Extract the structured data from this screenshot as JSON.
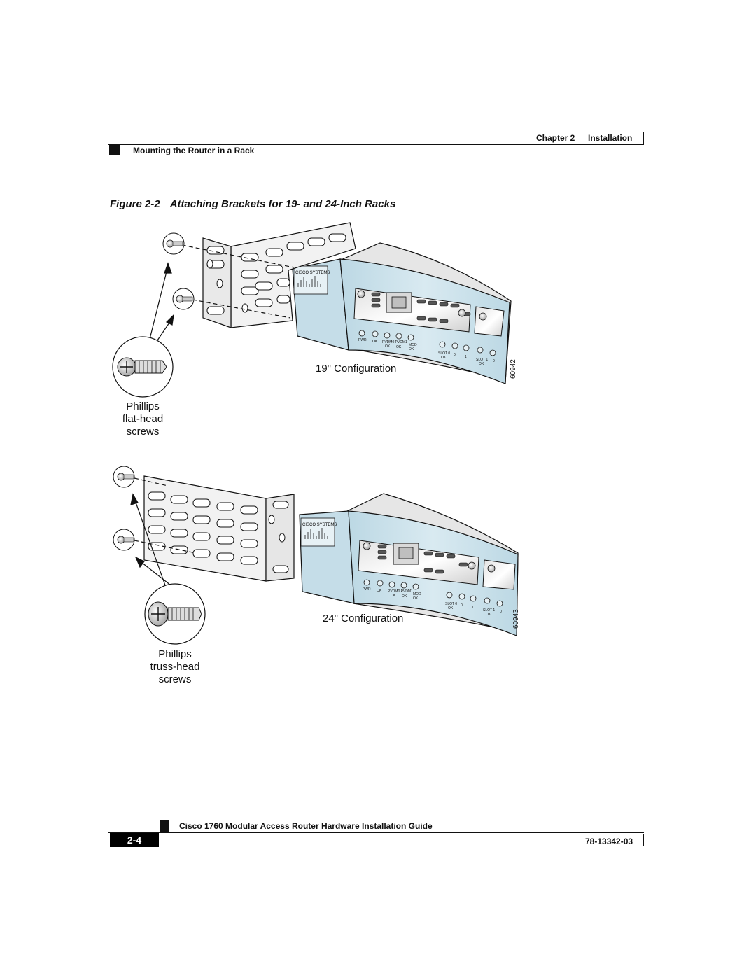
{
  "header": {
    "chapter": "Chapter 2",
    "chapter_title": "Installation",
    "section": "Mounting the Router in a Rack"
  },
  "figure": {
    "number": "Figure 2-2",
    "caption": "Attaching Brackets for 19- and 24-Inch Racks",
    "top": {
      "config_label": "19\" Configuration",
      "screw_label_lines": [
        "Phillips",
        "flat-head",
        "screws"
      ],
      "art_id": "60942"
    },
    "bottom": {
      "config_label": "24\" Configuration",
      "screw_label_lines": [
        "Phillips",
        "truss-head",
        "screws"
      ],
      "art_id": "60943"
    },
    "router_panel": {
      "brand": "CISCO SYSTEMS",
      "leds": [
        "PWR",
        "OK",
        "PVDM0 OK",
        "PVDM1 OK",
        "MOD OK"
      ],
      "slot0": "SLOT 0 OK",
      "slot1": "SLOT 1 OK",
      "port_nums": [
        "0",
        "1",
        "0"
      ]
    }
  },
  "footer": {
    "guide_title": "Cisco 1760 Modular Access Router Hardware Installation Guide",
    "page_number": "2-4",
    "doc_number": "78-13342-03"
  },
  "colors": {
    "router_face": "#cfe3ec",
    "router_top": "#e6e6e6",
    "bracket": "#f3f3f3",
    "outline": "#111111"
  }
}
